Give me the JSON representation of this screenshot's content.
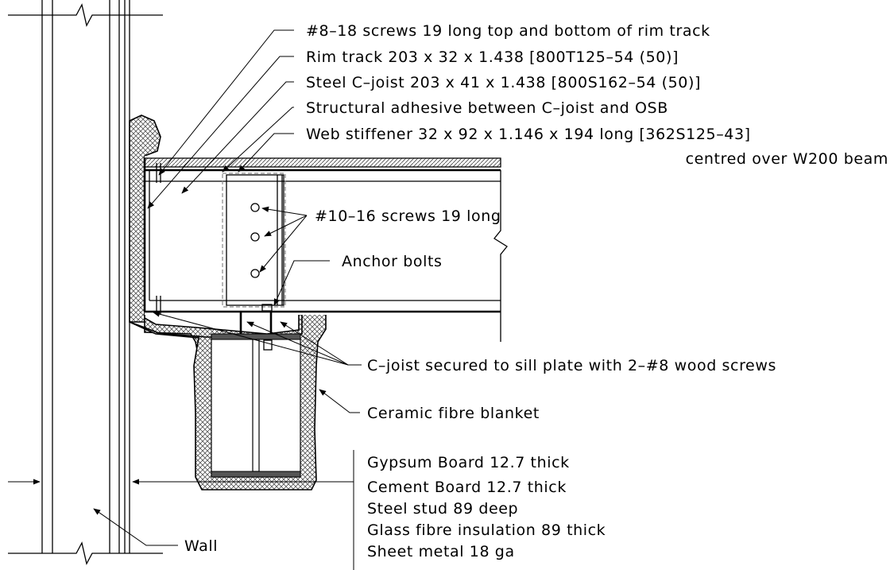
{
  "labels": {
    "screws_rim_track": "#8–18 screws 19 long top and bottom of rim track",
    "rim_track": "Rim track 203 x 32 x 1.438 [800T125–54 (50)]",
    "c_joist": "Steel C–joist 203 x 41 x 1.438 [800S162–54 (50)]",
    "adhesive": "Structural adhesive between C–joist and OSB",
    "web_stiffener_1": "Web stiffener 32 x 92 x 1.146 x 194 long [362S125–43]",
    "web_stiffener_2": "centred over W200 beam",
    "screws_10_16": "#10–16 screws 19 long",
    "anchor_bolts": "Anchor bolts",
    "c_joist_secured": "C–joist secured to sill plate with 2–#8 wood screws",
    "ceramic_blanket": "Ceramic fibre blanket",
    "wall": "Wall"
  },
  "wall_layers": [
    "Gypsum Board 12.7 thick",
    "Cement Board 12.7 thick",
    "Steel stud 89 deep",
    "Glass fibre insulation 89 thick",
    "Sheet metal 18 ga"
  ]
}
